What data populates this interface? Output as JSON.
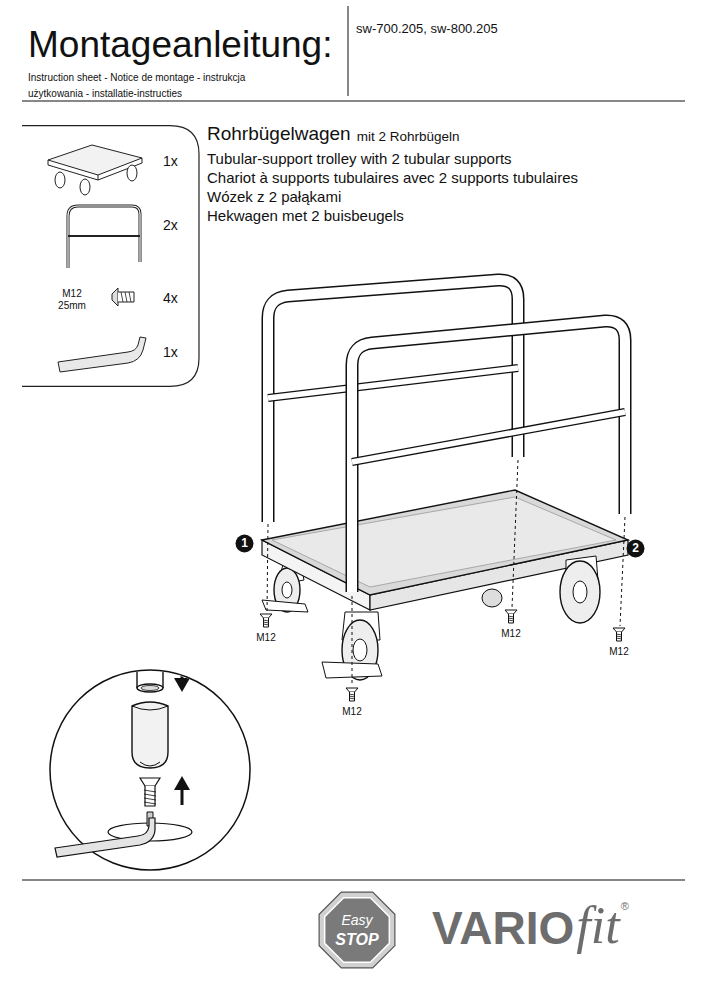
{
  "diagram": {
    "title": "Montageanleitung:",
    "nodes": [
      {
        "text": [
          "1x",
          "2x",
          "M12 25mm",
          "4x",
          "1x"
        ]
      },
      {
        "text": [
          "1"
        ]
      },
      {
        "text": [
          "2"
        ]
      },
      {
        "text": [
          "Easy",
          "STOP"
        ]
      }
    ],
    "labels": [
      "sw-700.205, sw-800.205",
      "Instruction sheet - Notice de montage - instrukcja użytkowania - installatie-instructies",
      "Rohrbügelwagen",
      "mit 2 Rohrbügeln",
      "Tubular-support trolley with 2 tubular supports",
      "Chariot à supports tubulaires avec 2 supports tubulaires",
      "Wózek z 2 pałąkami",
      "Hekwagen met 2 buisbeugels",
      "M12",
      "M12",
      "M12",
      "M12",
      "VARIO",
      "fit",
      "®"
    ]
  }
}
